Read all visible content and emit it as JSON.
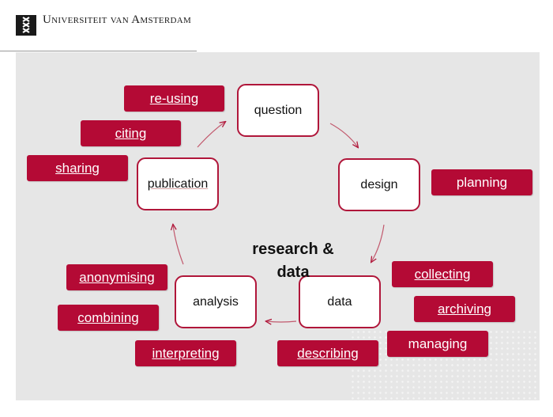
{
  "header": {
    "university": "Universiteit van Amsterdam",
    "logo_text": "XXX"
  },
  "diagram": {
    "center_title_line1": "research &",
    "center_title_line2": "data",
    "nodes": {
      "question": "question",
      "design": "design",
      "data": "data",
      "analysis": "analysis",
      "publication": "publication"
    },
    "tags": {
      "re_using": "re-using",
      "citing": "citing",
      "sharing": "sharing",
      "planning": "planning",
      "collecting": "collecting",
      "archiving": "archiving",
      "managing": "managing",
      "describing": "describing",
      "anonymising": "anonymising",
      "combining": "combining",
      "interpreting": "interpreting"
    }
  },
  "colors": {
    "accent": "#b40a35",
    "node_border": "#b0163a",
    "background": "#e6e6e6"
  }
}
